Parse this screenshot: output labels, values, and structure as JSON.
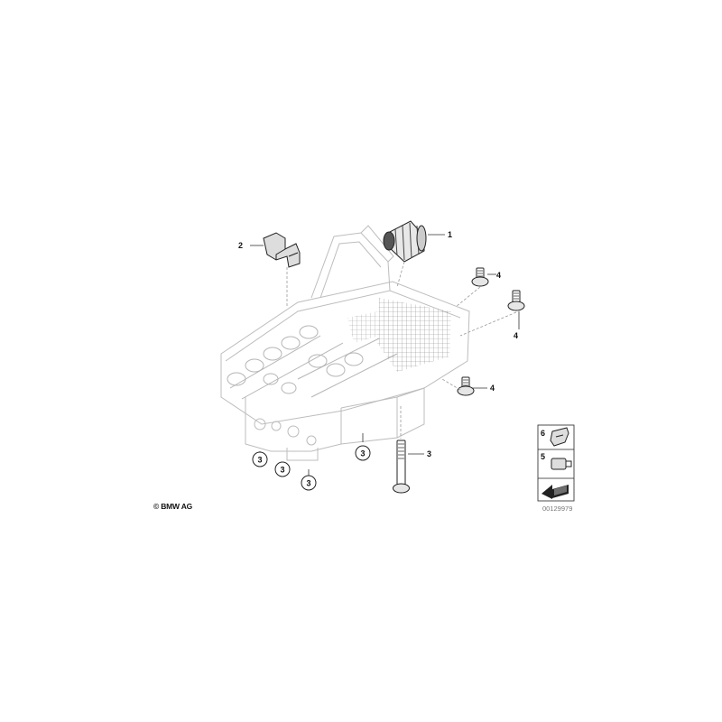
{
  "diagram": {
    "callouts": {
      "c1": "1",
      "c2": "2",
      "c3a": "3",
      "c3b": "3",
      "c3c": "3",
      "c3d": "3",
      "c3e": "3",
      "c4a": "4",
      "c4b": "4",
      "c4c": "4"
    },
    "legend": {
      "item6": "6",
      "item5": "5"
    },
    "copyright": "© BMW AG",
    "doc_number": "00129979"
  }
}
